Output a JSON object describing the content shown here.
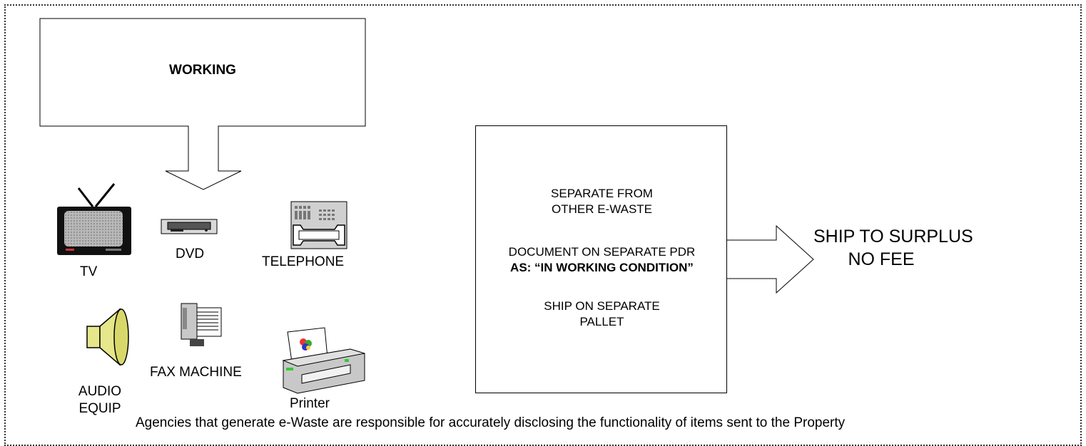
{
  "working_label": "WORKING",
  "devices": {
    "tv": "TV",
    "dvd": "DVD",
    "telephone": "TELEPHONE",
    "audio_line1": "AUDIO",
    "audio_line2": "EQUIP",
    "fax": "FAX MACHINE",
    "printer": "Printer"
  },
  "process": {
    "step1_line1": "SEPARATE FROM",
    "step1_line2": "OTHER E-WASTE",
    "step2_line1": "DOCUMENT ON SEPARATE PDR",
    "step2_line2": "AS: “IN WORKING CONDITION”",
    "step3_line1": "SHIP ON SEPARATE",
    "step3_line2": "PALLET"
  },
  "outcome": {
    "line1": "SHIP TO SURPLUS",
    "line2": "NO FEE"
  },
  "footer_note": "Agencies that generate e-Waste are responsible for accurately disclosing the functionality of items sent to the Property"
}
